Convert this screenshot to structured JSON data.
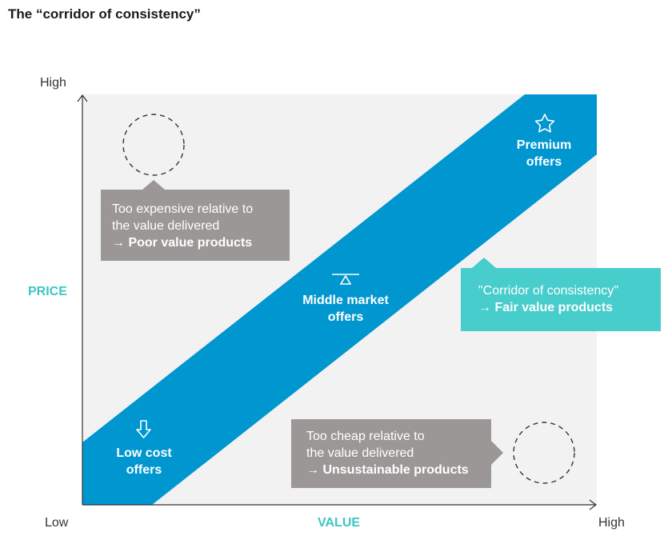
{
  "title": "The “corridor of consistency”",
  "axes": {
    "y_high": "High",
    "y_name": "PRICE",
    "x_low": "Low",
    "x_name": "VALUE",
    "x_high": "High"
  },
  "callouts": {
    "expensive": {
      "line1": "Too expensive relative to",
      "line2": "the value delivered",
      "line3": "→ Poor value products"
    },
    "corridor": {
      "line1": "\"Corridor of consistency\"",
      "line2": "→ Fair value products"
    },
    "cheap": {
      "line1": "Too cheap relative to",
      "line2": "the value delivered",
      "line3": "→ Unsustainable products"
    }
  },
  "labels": {
    "premium": {
      "line1": "Premium",
      "line2": "offers"
    },
    "middle": {
      "line1": "Middle market",
      "line2": "offers"
    },
    "low_cost": {
      "line1": "Low cost",
      "line2": "offers"
    }
  },
  "colors": {
    "band": "#0096d0",
    "plot_bg": "#f2f2f2",
    "callout_gray": "#9b9797",
    "callout_teal": "#47cdcb",
    "accent_teal": "#3fc4c4"
  },
  "icons": {
    "premium": "star-icon",
    "middle": "balance-scale-icon",
    "low_cost": "down-arrow-icon"
  }
}
